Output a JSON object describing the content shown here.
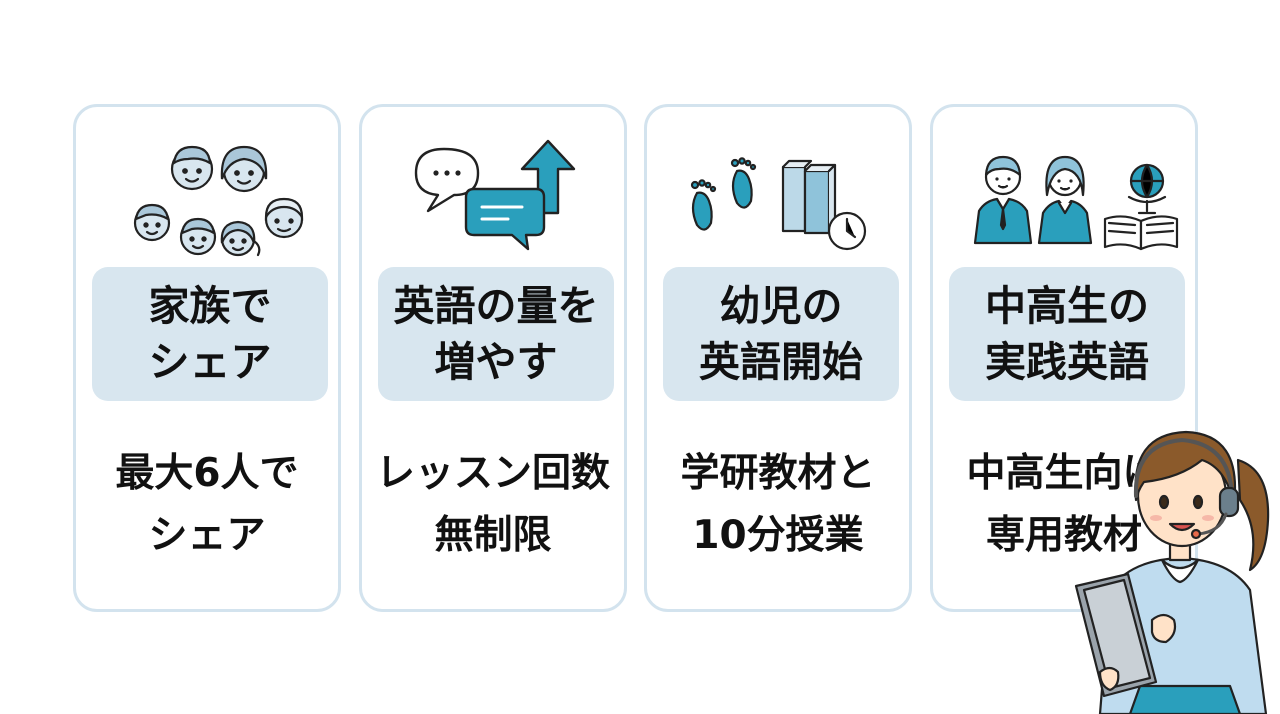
{
  "colors": {
    "card_border": "#d3e3ee",
    "label_bg": "#d8e6ef",
    "accent": "#2a9fbc",
    "text": "#111111"
  },
  "cards": [
    {
      "icon": "family-faces-icon",
      "label_lines": [
        "家族で",
        "シェア"
      ],
      "desc_lines": [
        "最大6人で",
        "シェア"
      ]
    },
    {
      "icon": "speech-bubbles-up-arrow-icon",
      "label_lines": [
        "英語の量を",
        "増やす"
      ],
      "desc_lines": [
        "レッスン回数",
        "無制限"
      ]
    },
    {
      "icon": "footprints-books-clock-icon",
      "label_lines": [
        "幼児の",
        "英語開始"
      ],
      "desc_lines": [
        "学研教材と",
        "10分授業"
      ]
    },
    {
      "icon": "students-globe-book-icon",
      "label_lines": [
        "中高生の",
        "実践英語"
      ],
      "desc_lines": [
        "中高生向け",
        "専用教材"
      ]
    }
  ],
  "mascot": {
    "icon": "teacher-with-headset-and-tablet-icon"
  }
}
